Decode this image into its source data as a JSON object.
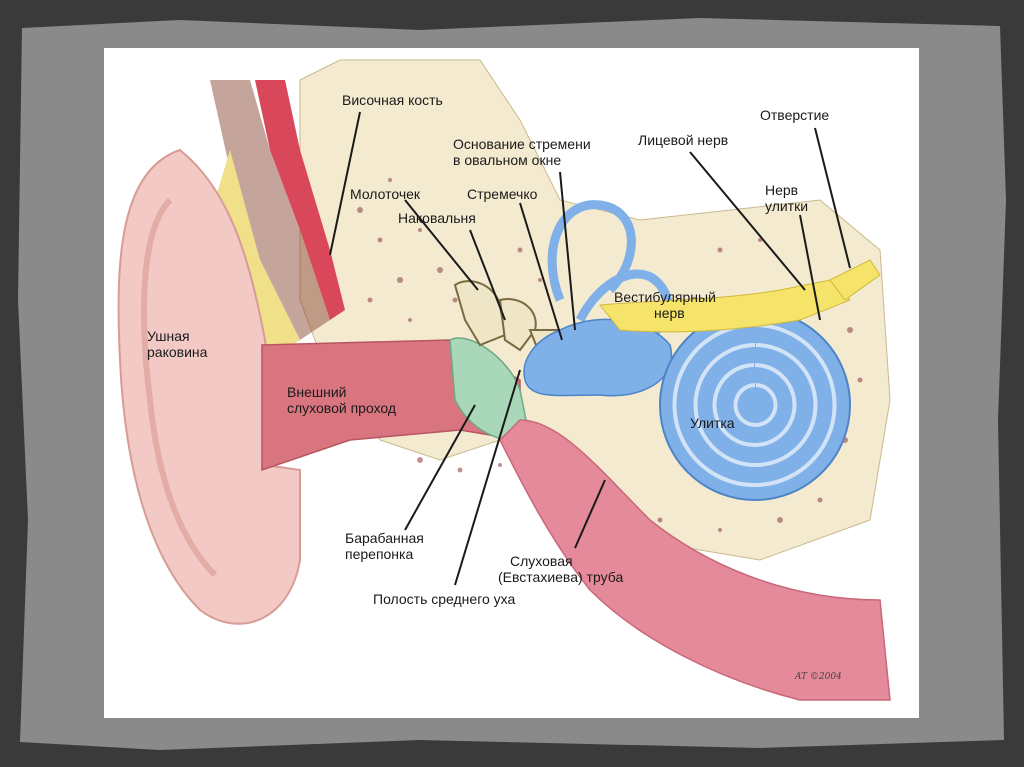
{
  "labels": {
    "temporal_bone": "Височная кость",
    "stapes_base_line1": "Основание стремени",
    "stapes_base_line2": "в овальном окне",
    "facial_nerve": "Лицевой нерв",
    "opening": "Отверстие",
    "malleus": "Молоточек",
    "stapes": "Стремечко",
    "cochlear_nerve_line1": "Нерв",
    "cochlear_nerve_line2": "улитки",
    "incus": "Наковальня",
    "vestibular_nerve_line1": "Вестибулярный",
    "vestibular_nerve_line2": "нерв",
    "auricle_line1": "Ушная",
    "auricle_line2": "раковина",
    "ear_canal_line1": "Внешний",
    "ear_canal_line2": "слуховой проход",
    "cochlea": "Улитка",
    "eardrum_line1": "Барабанная",
    "eardrum_line2": "перепонка",
    "eustachian_line1": "Слуховая",
    "eustachian_line2": "(Евстахиева) труба",
    "middle_ear": "Полость среднего уха"
  },
  "signature": "AT ©2004",
  "colors": {
    "frame_dark": "#3a3a3a",
    "frame_gray": "#8a8a8a",
    "paper": "#ffffff",
    "skin": "#f2c9c4",
    "canal": "#d9757f",
    "bone": "#f3ead0",
    "cochlea": "#7fb0e8",
    "nerve": "#f5e36a",
    "eardrum": "#a8d8b8",
    "eustachian": "#e58a9a"
  }
}
